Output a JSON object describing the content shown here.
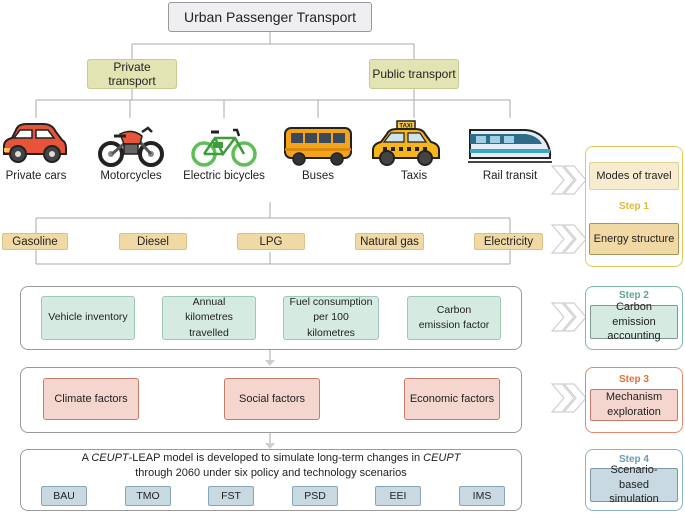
{
  "title": "Urban Passenger Transport",
  "categories": [
    "Private transport",
    "Public transport"
  ],
  "modes": [
    "Private cars",
    "Motorcycles",
    "Electric bicycles",
    "Buses",
    "Taxis",
    "Rail transit"
  ],
  "taxi_sign": "TAXI",
  "fuels": [
    "Gasoline",
    "Diesel",
    "LPG",
    "Natural gas",
    "Electricity"
  ],
  "accounting_factors": [
    "Vehicle inventory",
    "Annual kilometres travelled",
    "Fuel consumption per 100 kilometres",
    "Carbon emission factor"
  ],
  "mechanism_factors": [
    "Climate factors",
    "Social factors",
    "Economic factors"
  ],
  "model_text": {
    "line1_a": "A ",
    "line1_b": "CEUPT",
    "line1_c": "-LEAP model is developed to simulate long-term changes in ",
    "line1_d": "CEUPT",
    "line2": "through 2060 under six policy and technology scenarios"
  },
  "scenarios": [
    "BAU",
    "TMO",
    "FST",
    "PSD",
    "EEI",
    "IMS"
  ],
  "steps": [
    {
      "label": "Step 1",
      "items": [
        "Modes of travel",
        "Energy structure"
      ],
      "color": "#e0b83a"
    },
    {
      "label": "Step 2",
      "items": [
        "Carbon emission accounting"
      ],
      "color": "#5aa88a"
    },
    {
      "label": "Step 3",
      "items": [
        "Mechanism exploration"
      ],
      "color": "#e0703a"
    },
    {
      "label": "Step 4",
      "items": [
        "Scenario-based simulation"
      ],
      "color": "#6a9db5"
    }
  ]
}
